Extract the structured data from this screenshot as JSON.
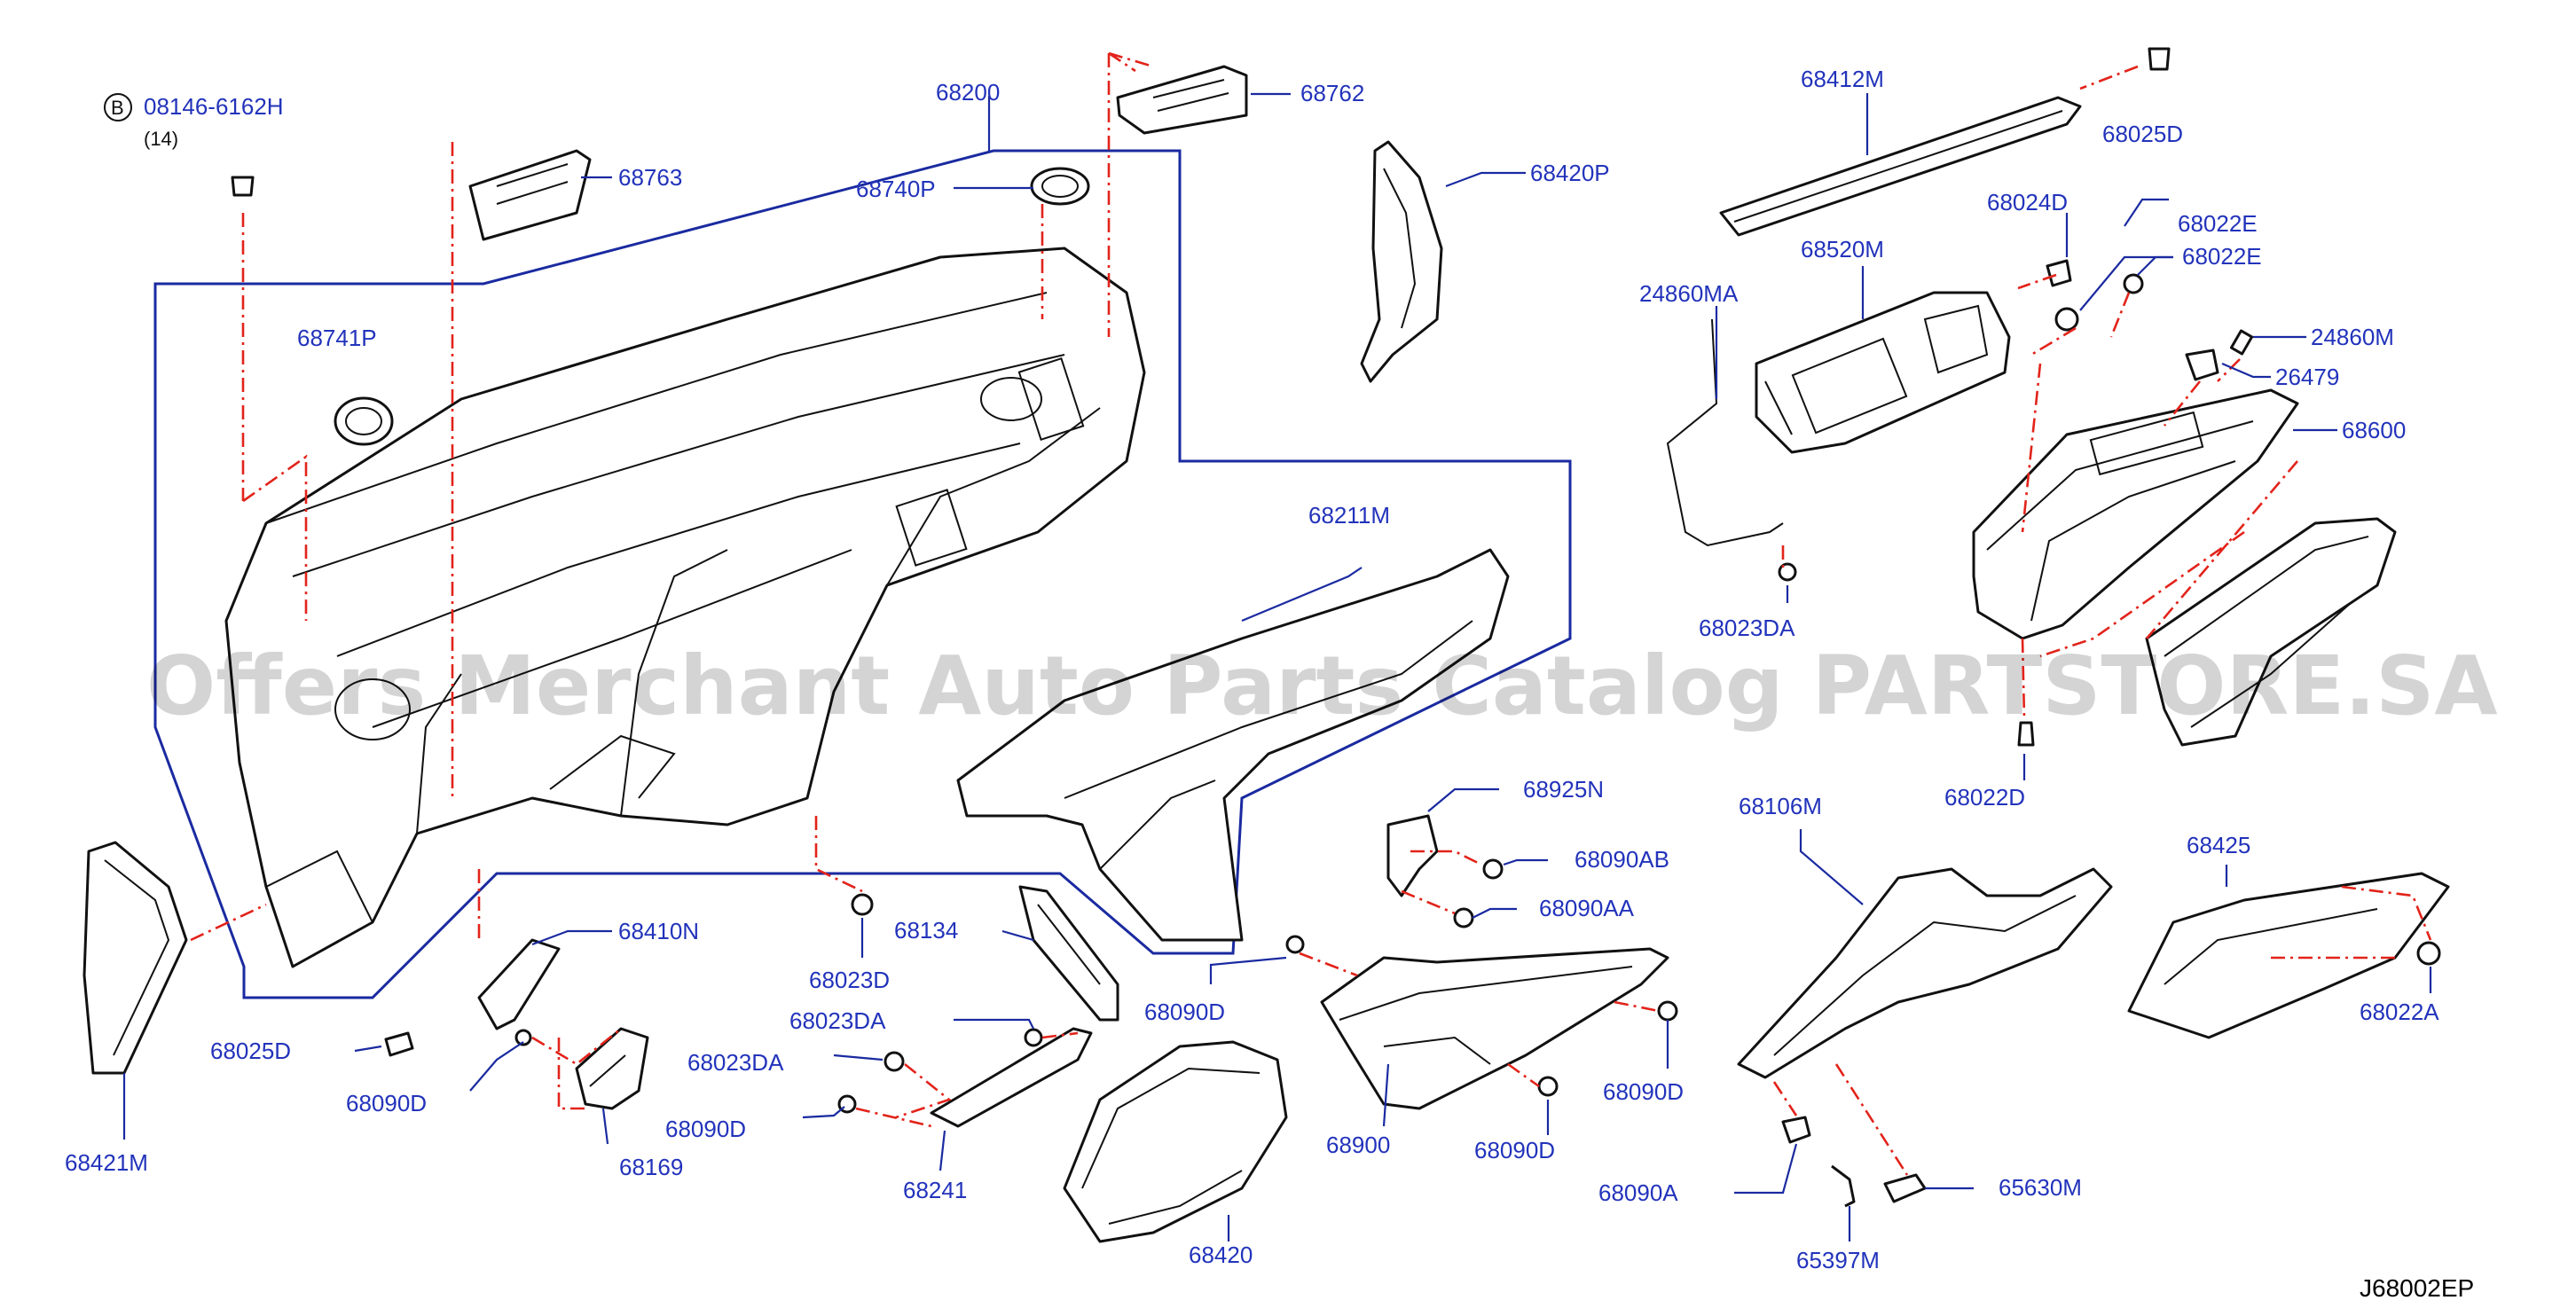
{
  "diagram": {
    "bolt_reference": {
      "symbol": "B",
      "part_number": "08146-6162H",
      "quantity": "(14)"
    },
    "labels": {
      "p68200": "68200",
      "p68762": "68762",
      "p68763": "68763",
      "p68740P": "68740P",
      "p68741P": "68741P",
      "p68420P": "68420P",
      "p68412M": "68412M",
      "p68025D_top": "68025D",
      "p68024D": "68024D",
      "p68022E_a": "68022E",
      "p68022E_b": "68022E",
      "p68520M": "68520M",
      "p24860MA": "24860MA",
      "p24860M": "24860M",
      "p26479": "26479",
      "p68600": "68600",
      "p68023DA_right": "68023DA",
      "p68211M": "68211M",
      "p68022D": "68022D",
      "p68925N": "68925N",
      "p68090AB": "68090AB",
      "p68090AA": "68090AA",
      "p68106M": "68106M",
      "p68425": "68425",
      "p68022A": "68022A",
      "p68410N": "68410N",
      "p68023D": "68023D",
      "p68134": "68134",
      "p68025D_left": "68025D",
      "p68090D_a": "68090D",
      "p68169": "68169",
      "p68421M": "68421M",
      "p68023DA_a": "68023DA",
      "p68023DA_b": "68023DA",
      "p68090D_b": "68090D",
      "p68241": "68241",
      "p68090D_c": "68090D",
      "p68900": "68900",
      "p68090D_d": "68090D",
      "p68090D_e": "68090D",
      "p68420": "68420",
      "p68090A": "68090A",
      "p65397M": "65397M",
      "p65630M": "65630M"
    },
    "watermark": "Offers Merchant Auto Parts Catalog PARTSTORE.SA",
    "diagram_code": "J68002EP"
  },
  "colors": {
    "label": "#2233bb",
    "leader": "#1a2aa0",
    "dash": "#e2231a",
    "line": "#111111"
  }
}
